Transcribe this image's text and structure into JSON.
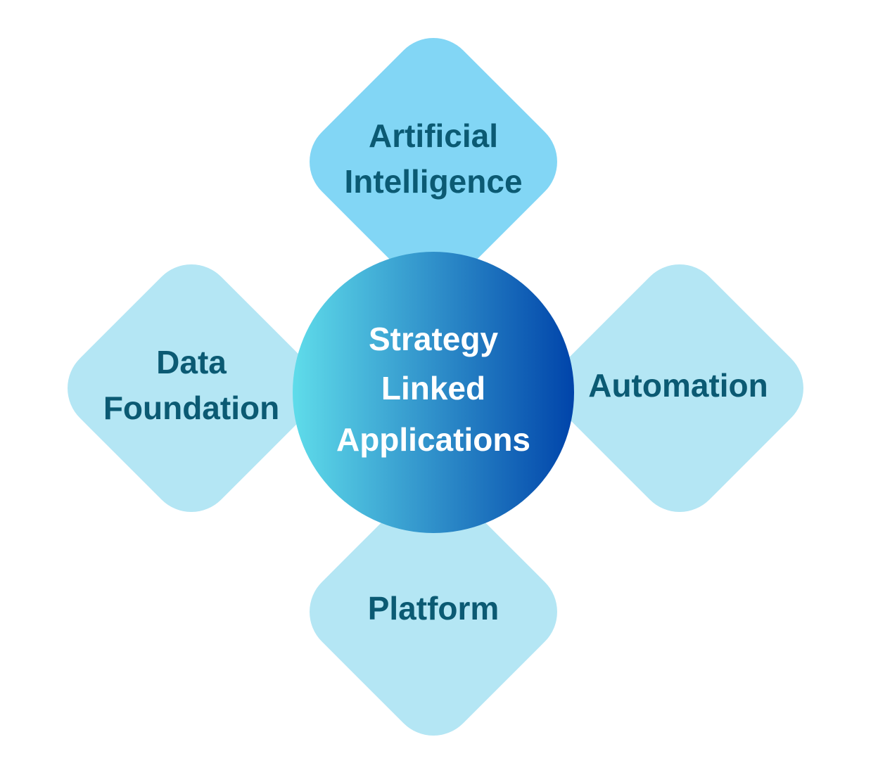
{
  "colors": {
    "top_petal": "#82d6f5",
    "side_petals": "#b4e6f4",
    "petal_text": "#0b5a73",
    "center_gradient_start": "#5fdcea",
    "center_gradient_end": "#0044aa",
    "center_text": "#ffffff"
  },
  "center": {
    "lines": [
      "Strategy",
      "Linked",
      "Applications"
    ]
  },
  "petals": {
    "top": {
      "lines": [
        "Artificial",
        "Intelligence"
      ]
    },
    "left": {
      "lines": [
        "Data",
        "Foundation"
      ]
    },
    "right": {
      "lines": [
        "Automation"
      ]
    },
    "bottom": {
      "lines": [
        "Platform"
      ]
    }
  }
}
